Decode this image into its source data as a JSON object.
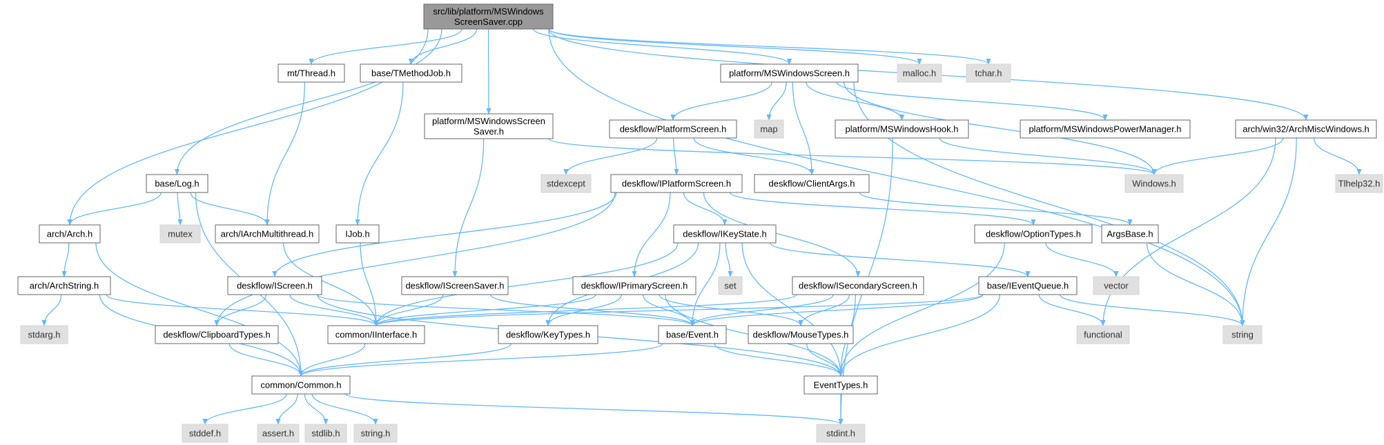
{
  "colors": {
    "edge": "#63b8ff",
    "root_fill": "#999999",
    "system_fill": "#e0e0e0",
    "node_border": "#666666"
  },
  "nodes": {
    "root": {
      "label": [
        "src/lib/platform/MSWindows",
        "ScreenSaver.cpp"
      ],
      "kind": "root"
    },
    "thread": {
      "label": [
        "mt/Thread.h"
      ],
      "kind": "normal"
    },
    "tmethodjob": {
      "label": [
        "base/TMethodJob.h"
      ],
      "kind": "normal"
    },
    "mswscreensaverh": {
      "label": [
        "platform/MSWindowsScreen",
        "Saver.h"
      ],
      "kind": "normal"
    },
    "mswscreen": {
      "label": [
        "platform/MSWindowsScreen.h"
      ],
      "kind": "normal"
    },
    "malloc": {
      "label": [
        "malloc.h"
      ],
      "kind": "system"
    },
    "tchar": {
      "label": [
        "tchar.h"
      ],
      "kind": "system"
    },
    "archmisc": {
      "label": [
        "arch/win32/ArchMiscWindows.h"
      ],
      "kind": "normal"
    },
    "platformscreen": {
      "label": [
        "deskflow/PlatformScreen.h"
      ],
      "kind": "normal"
    },
    "map": {
      "label": [
        "map"
      ],
      "kind": "system"
    },
    "mswhook": {
      "label": [
        "platform/MSWindowsHook.h"
      ],
      "kind": "normal"
    },
    "powermgr": {
      "label": [
        "platform/MSWindowsPowerManager.h"
      ],
      "kind": "normal"
    },
    "log": {
      "label": [
        "base/Log.h"
      ],
      "kind": "normal"
    },
    "stdexcept": {
      "label": [
        "stdexcept"
      ],
      "kind": "system"
    },
    "iplatformscreen": {
      "label": [
        "deskflow/IPlatformScreen.h"
      ],
      "kind": "normal"
    },
    "clientargs": {
      "label": [
        "deskflow/ClientArgs.h"
      ],
      "kind": "normal"
    },
    "windows": {
      "label": [
        "Windows.h"
      ],
      "kind": "system"
    },
    "tlhelp": {
      "label": [
        "Tlhelp32.h"
      ],
      "kind": "system"
    },
    "arch": {
      "label": [
        "arch/Arch.h"
      ],
      "kind": "normal"
    },
    "mutex": {
      "label": [
        "mutex"
      ],
      "kind": "system"
    },
    "iarchmt": {
      "label": [
        "arch/IArchMultithread.h"
      ],
      "kind": "normal"
    },
    "ijob": {
      "label": [
        "IJob.h"
      ],
      "kind": "normal"
    },
    "ikeystate": {
      "label": [
        "deskflow/IKeyState.h"
      ],
      "kind": "normal"
    },
    "optiontypes": {
      "label": [
        "deskflow/OptionTypes.h"
      ],
      "kind": "normal"
    },
    "argsbase": {
      "label": [
        "ArgsBase.h"
      ],
      "kind": "normal"
    },
    "archstring": {
      "label": [
        "arch/ArchString.h"
      ],
      "kind": "normal"
    },
    "iscreen": {
      "label": [
        "deskflow/IScreen.h"
      ],
      "kind": "normal"
    },
    "iscreensaver": {
      "label": [
        "deskflow/IScreenSaver.h"
      ],
      "kind": "normal"
    },
    "iprimary": {
      "label": [
        "deskflow/IPrimaryScreen.h"
      ],
      "kind": "normal"
    },
    "set": {
      "label": [
        "set"
      ],
      "kind": "system"
    },
    "isecondary": {
      "label": [
        "deskflow/ISecondaryScreen.h"
      ],
      "kind": "normal"
    },
    "ieventqueue": {
      "label": [
        "base/IEventQueue.h"
      ],
      "kind": "normal"
    },
    "vector": {
      "label": [
        "vector"
      ],
      "kind": "system"
    },
    "stdarg": {
      "label": [
        "stdarg.h"
      ],
      "kind": "system"
    },
    "clipboardtypes": {
      "label": [
        "deskflow/ClipboardTypes.h"
      ],
      "kind": "normal"
    },
    "iinterface": {
      "label": [
        "common/IInterface.h"
      ],
      "kind": "normal"
    },
    "keytypes": {
      "label": [
        "deskflow/KeyTypes.h"
      ],
      "kind": "normal"
    },
    "event": {
      "label": [
        "base/Event.h"
      ],
      "kind": "normal"
    },
    "mousetypes": {
      "label": [
        "deskflow/MouseTypes.h"
      ],
      "kind": "normal"
    },
    "functional": {
      "label": [
        "functional"
      ],
      "kind": "system"
    },
    "string": {
      "label": [
        "string"
      ],
      "kind": "system"
    },
    "common": {
      "label": [
        "common/Common.h"
      ],
      "kind": "normal"
    },
    "eventtypes": {
      "label": [
        "EventTypes.h"
      ],
      "kind": "normal"
    },
    "stddef": {
      "label": [
        "stddef.h"
      ],
      "kind": "system"
    },
    "assert": {
      "label": [
        "assert.h"
      ],
      "kind": "system"
    },
    "stdlib": {
      "label": [
        "stdlib.h"
      ],
      "kind": "system"
    },
    "stringh": {
      "label": [
        "string.h"
      ],
      "kind": "system"
    },
    "stdint": {
      "label": [
        "stdint.h"
      ],
      "kind": "system"
    }
  },
  "edges": [
    [
      "root",
      "thread"
    ],
    [
      "root",
      "tmethodjob"
    ],
    [
      "root",
      "mswscreensaverh"
    ],
    [
      "root",
      "mswscreen"
    ],
    [
      "root",
      "malloc"
    ],
    [
      "root",
      "tchar"
    ],
    [
      "root",
      "archmisc"
    ],
    [
      "root",
      "log"
    ],
    [
      "root",
      "arch"
    ],
    [
      "root",
      "string"
    ],
    [
      "thread",
      "iarchmt"
    ],
    [
      "tmethodjob",
      "ijob"
    ],
    [
      "mswscreensaverh",
      "windows"
    ],
    [
      "mswscreensaverh",
      "iscreensaver"
    ],
    [
      "mswscreen",
      "platformscreen"
    ],
    [
      "mswscreen",
      "map"
    ],
    [
      "mswscreen",
      "mswhook"
    ],
    [
      "mswscreen",
      "powermgr"
    ],
    [
      "mswscreen",
      "clientargs"
    ],
    [
      "mswscreen",
      "windows"
    ],
    [
      "mswscreen",
      "string"
    ],
    [
      "archmisc",
      "windows"
    ],
    [
      "archmisc",
      "tlhelp"
    ],
    [
      "archmisc",
      "string"
    ],
    [
      "archmisc",
      "functional"
    ],
    [
      "platformscreen",
      "stdexcept"
    ],
    [
      "platformscreen",
      "iplatformscreen"
    ],
    [
      "platformscreen",
      "clientargs"
    ],
    [
      "mswhook",
      "windows"
    ],
    [
      "mswhook",
      "stdint"
    ],
    [
      "log",
      "arch"
    ],
    [
      "log",
      "mutex"
    ],
    [
      "log",
      "iarchmt"
    ],
    [
      "log",
      "common"
    ],
    [
      "iplatformscreen",
      "iscreen"
    ],
    [
      "iplatformscreen",
      "ikeystate"
    ],
    [
      "iplatformscreen",
      "iprimary"
    ],
    [
      "iplatformscreen",
      "isecondary"
    ],
    [
      "iplatformscreen",
      "optiontypes"
    ],
    [
      "iplatformscreen",
      "clipboardtypes"
    ],
    [
      "clientargs",
      "argsbase"
    ],
    [
      "arch",
      "archstring"
    ],
    [
      "arch",
      "common"
    ],
    [
      "iarchmt",
      "iinterface"
    ],
    [
      "ijob",
      "iinterface"
    ],
    [
      "ikeystate",
      "set"
    ],
    [
      "ikeystate",
      "ieventqueue"
    ],
    [
      "ikeystate",
      "iinterface"
    ],
    [
      "ikeystate",
      "keytypes"
    ],
    [
      "ikeystate",
      "event"
    ],
    [
      "ikeystate",
      "eventtypes"
    ],
    [
      "optiontypes",
      "vector"
    ],
    [
      "optiontypes",
      "eventtypes"
    ],
    [
      "argsbase",
      "string"
    ],
    [
      "archstring",
      "stdarg"
    ],
    [
      "archstring",
      "iinterface"
    ],
    [
      "archstring",
      "common"
    ],
    [
      "iscreen",
      "clipboardtypes"
    ],
    [
      "iscreen",
      "iinterface"
    ],
    [
      "iscreen",
      "event"
    ],
    [
      "iscreen",
      "eventtypes"
    ],
    [
      "iscreensaver",
      "iinterface"
    ],
    [
      "iscreensaver",
      "event"
    ],
    [
      "iprimary",
      "iinterface"
    ],
    [
      "iprimary",
      "keytypes"
    ],
    [
      "iprimary",
      "event"
    ],
    [
      "iprimary",
      "mousetypes"
    ],
    [
      "iprimary",
      "eventtypes"
    ],
    [
      "isecondary",
      "iinterface"
    ],
    [
      "isecondary",
      "event"
    ],
    [
      "isecondary",
      "mousetypes"
    ],
    [
      "isecondary",
      "eventtypes"
    ],
    [
      "ieventqueue",
      "iinterface"
    ],
    [
      "ieventqueue",
      "event"
    ],
    [
      "ieventqueue",
      "functional"
    ],
    [
      "ieventqueue",
      "string"
    ],
    [
      "ieventqueue",
      "eventtypes"
    ],
    [
      "clipboardtypes",
      "common"
    ],
    [
      "iinterface",
      "common"
    ],
    [
      "keytypes",
      "common"
    ],
    [
      "event",
      "common"
    ],
    [
      "event",
      "eventtypes"
    ],
    [
      "mousetypes",
      "eventtypes"
    ],
    [
      "common",
      "stddef"
    ],
    [
      "common",
      "assert"
    ],
    [
      "common",
      "stdlib"
    ],
    [
      "common",
      "stringh"
    ],
    [
      "common",
      "stdint"
    ],
    [
      "eventtypes",
      "stdint"
    ]
  ]
}
